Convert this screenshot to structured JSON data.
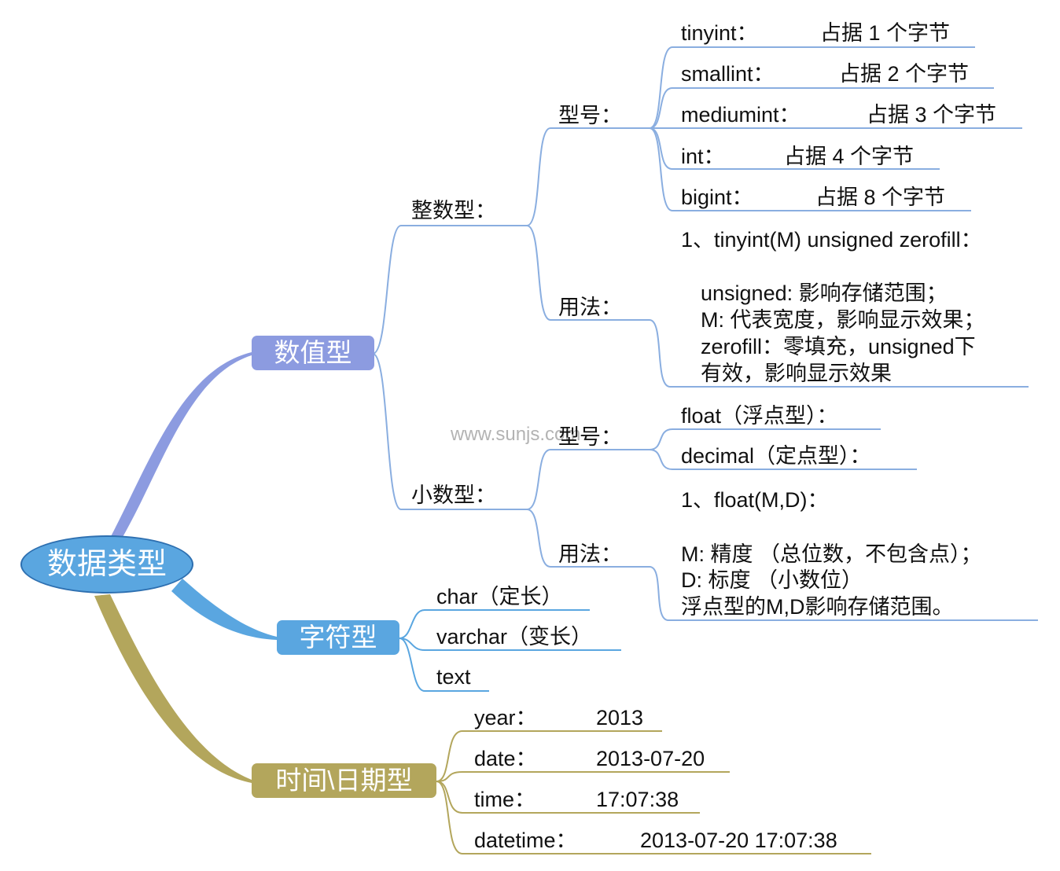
{
  "root": {
    "label": "数据类型"
  },
  "watermark": "www.sunjs.com",
  "colors": {
    "numeric": "#8c9be0",
    "string": "#5aa6e0",
    "datetime": "#b3a65c",
    "root": "#5aa6e0"
  },
  "numeric": {
    "label": "数值型",
    "integer": {
      "label": "整数型：",
      "models": {
        "label": "型号：",
        "items": [
          {
            "name": "tinyint：",
            "value": "占据 1 个字节"
          },
          {
            "name": "smallint：",
            "value": "占据 2 个字节"
          },
          {
            "name": "mediumint：",
            "value": "占据 3 个字节"
          },
          {
            "name": "int：",
            "value": "占据 4 个字节"
          },
          {
            "name": "bigint：",
            "value": "占据 8 个字节"
          }
        ]
      },
      "usage": {
        "label": "用法：",
        "heading": "1、tinyint(M) unsigned zerofill：",
        "lines": [
          "unsigned: 影响存储范围；",
          "M: 代表宽度，影响显示效果；",
          "zerofill：零填充，unsigned下",
          "有效，影响显示效果"
        ]
      }
    },
    "decimal": {
      "label": "小数型：",
      "models": {
        "label": "型号：",
        "items": [
          "float（浮点型）：",
          "decimal（定点型）："
        ]
      },
      "usage": {
        "label": "用法：",
        "heading": "1、float(M,D)：",
        "lines": [
          "M: 精度 （总位数，不包含点）；",
          "D: 标度 （小数位）",
          "浮点型的M,D影响存储范围。"
        ]
      }
    }
  },
  "string": {
    "label": "字符型",
    "items": [
      "char（定长）",
      "varchar（变长）",
      "text"
    ]
  },
  "datetime": {
    "label": "时间\\日期型",
    "items": [
      {
        "name": "year：",
        "value": "2013"
      },
      {
        "name": "date：",
        "value": "2013-07-20"
      },
      {
        "name": "time：",
        "value": "17:07:38"
      },
      {
        "name": "datetime：",
        "value": "2013-07-20 17:07:38"
      }
    ]
  }
}
